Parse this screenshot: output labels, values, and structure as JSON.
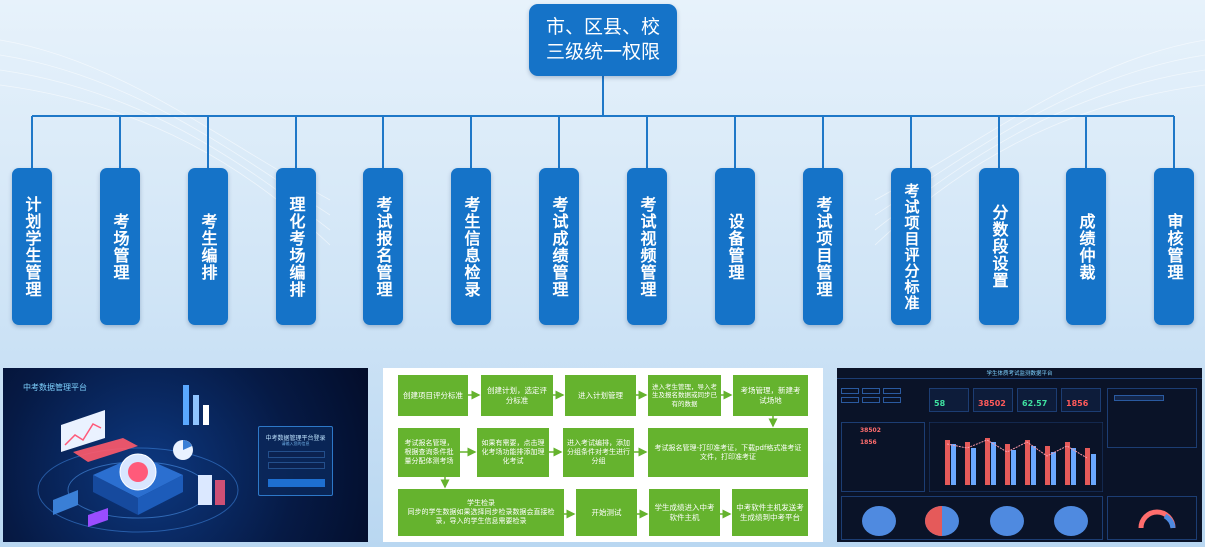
{
  "root": {
    "line1": "市、区县、校",
    "line2": "三级统一权限"
  },
  "modules": [
    {
      "label": "计划学生管理"
    },
    {
      "label": "考场管理"
    },
    {
      "label": "考生编排"
    },
    {
      "label": "理化考场编排"
    },
    {
      "label": "考试报名管理"
    },
    {
      "label": "考生信息检录"
    },
    {
      "label": "考试成绩管理"
    },
    {
      "label": "考试视频管理"
    },
    {
      "label": "设备管理"
    },
    {
      "label": "考试项目管理"
    },
    {
      "label": "考试项目评分标准"
    },
    {
      "label": "分数段设置"
    },
    {
      "label": "成绩仲裁"
    },
    {
      "label": "审核管理"
    }
  ],
  "login_panel": {
    "app_title": "中考数据管理平台",
    "login_title": "中考数据管理平台登录",
    "login_sub": "请输入您的信息"
  },
  "flow": {
    "row1": [
      "创建项目评分标准",
      "创建计划，选定评分标准",
      "进入计划管理",
      "进入考生管理，导入考生及报名数据或同步已有的数据",
      "考场管理，新建考试场地"
    ],
    "row2": [
      "考试报名管理，根据查询条件批量分配体测考场",
      "如果有需要，点击理化考场功能排添加理化考试",
      "进入考试编排，添加分组条件对考生进行分组",
      "考试报名管理-打印准考证，下载pdf格式准考证文件，打印准考证"
    ],
    "row3": [
      "学生检录\n同步的学生数据如果选择同步检录数据会直接检录，导入的学生信息需要检录",
      "开始测试",
      "学生成绩进入中考软件主机",
      "中考软件主机发送考生成绩到中考平台"
    ]
  },
  "dashboard": {
    "title": "学生体质考试监测数据平台",
    "stats": [
      {
        "value": "58",
        "color": "#3fe0a0"
      },
      {
        "value": "38502",
        "color": "#ff5a5a"
      },
      {
        "value": "62.57",
        "color": "#3fe0a0"
      },
      {
        "value": "1856",
        "color": "#ff5a5a"
      }
    ],
    "left_values": [
      "38502",
      "1856"
    ]
  },
  "colors": {
    "node_blue": "#1573c8",
    "line_blue": "#1f78c8",
    "flow_green": "#65b32e"
  }
}
